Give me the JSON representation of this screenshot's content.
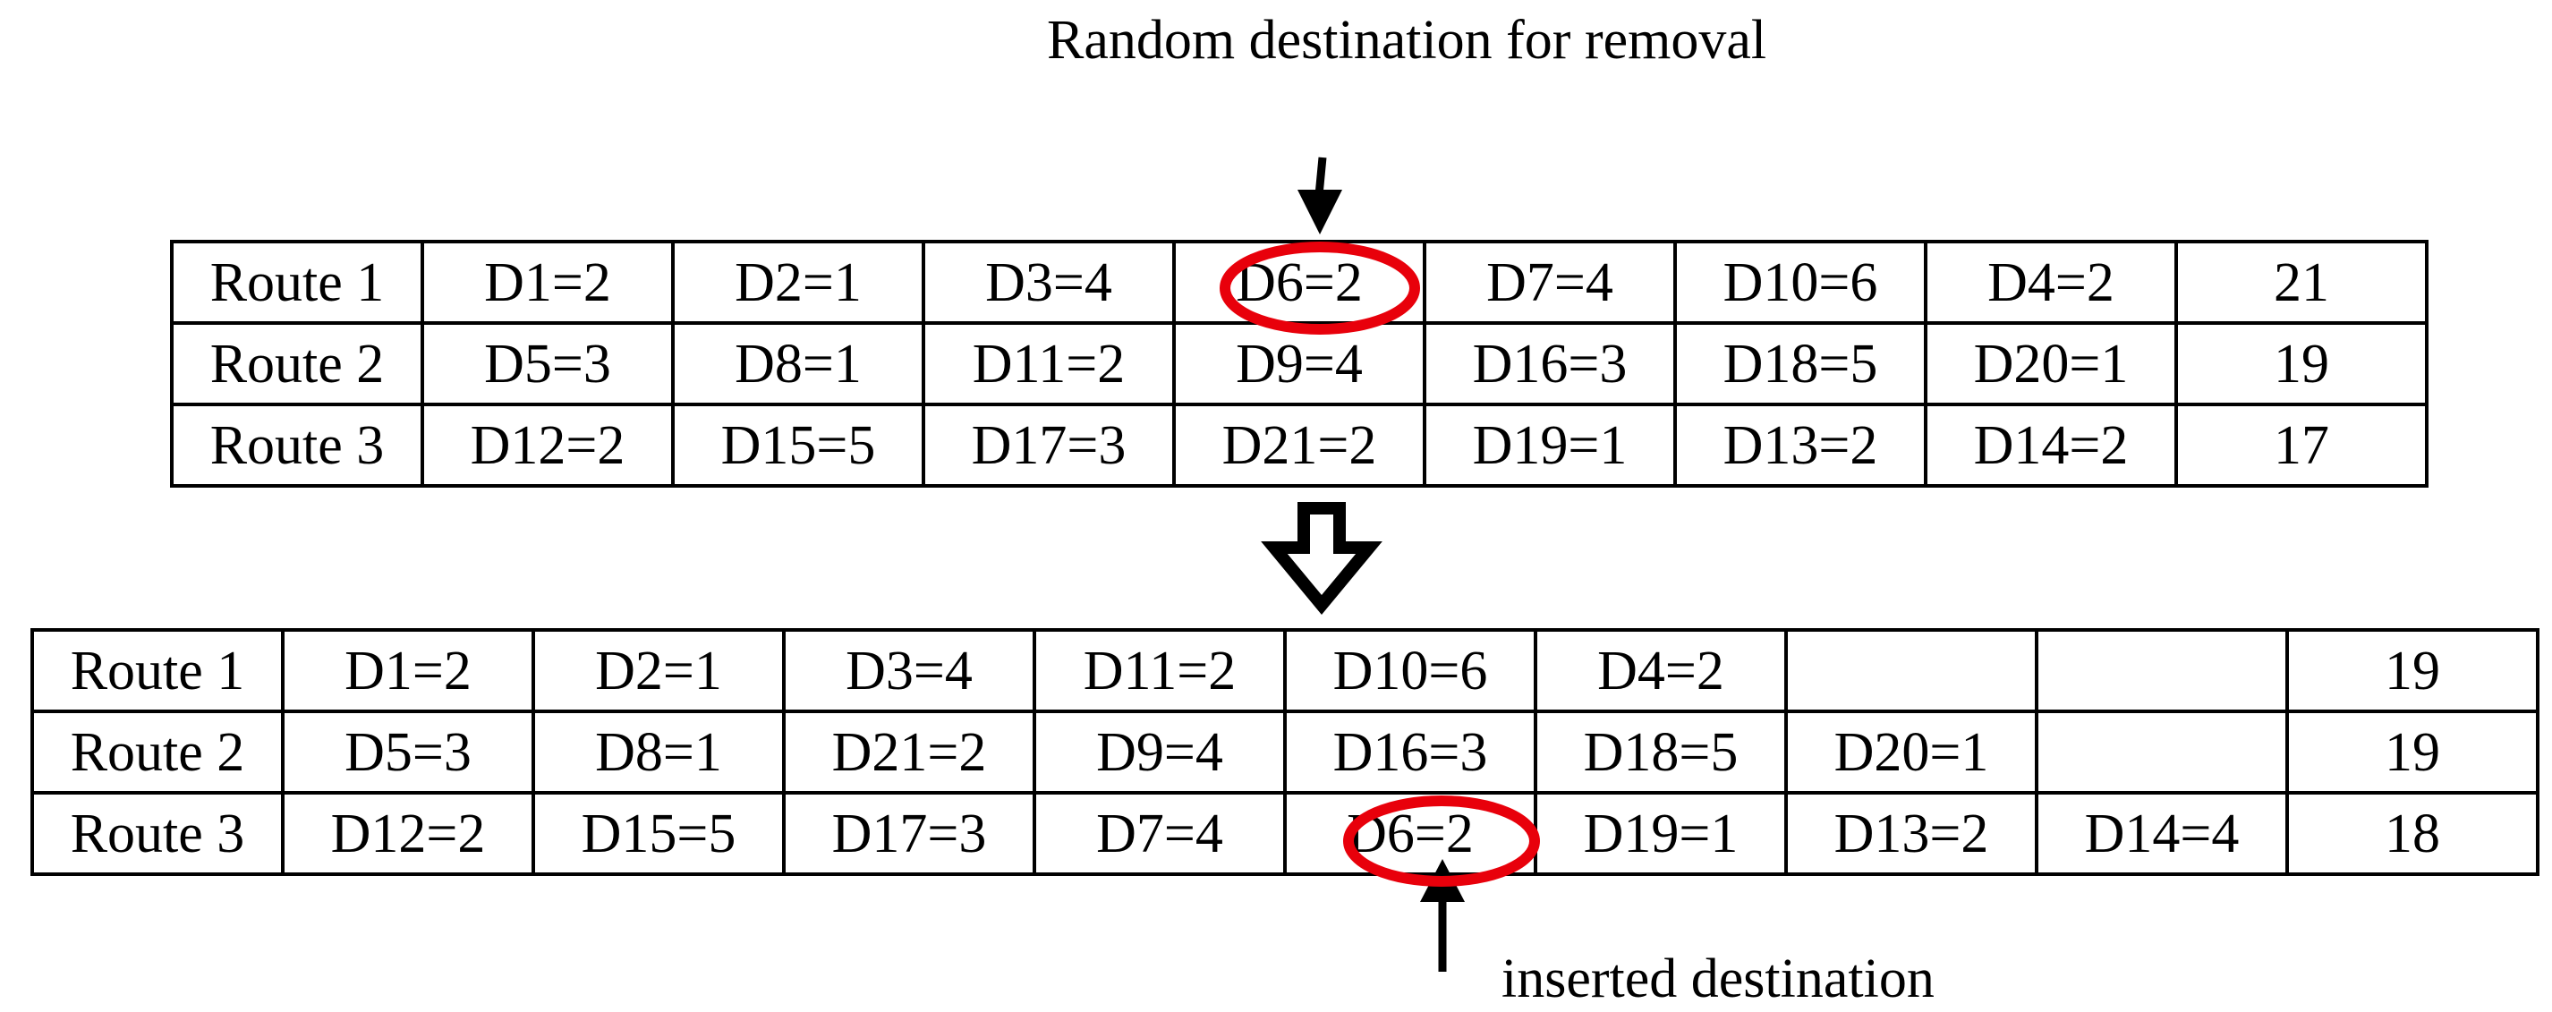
{
  "captions": {
    "removal": "Random destination for removal",
    "insertion": "inserted destination"
  },
  "before_table": {
    "rows": [
      {
        "route": "Route 1",
        "cells": [
          "D1=2",
          "D2=1",
          "D3=4",
          "D6=2",
          "D7=4",
          "D10=6",
          "D4=2"
        ],
        "total": "21"
      },
      {
        "route": "Route 2",
        "cells": [
          "D5=3",
          "D8=1",
          "D11=2",
          "D9=4",
          "D16=3",
          "D18=5",
          "D20=1"
        ],
        "total": "19"
      },
      {
        "route": "Route 3",
        "cells": [
          "D12=2",
          "D15=5",
          "D17=3",
          "D21=2",
          "D19=1",
          "D13=2",
          "D14=2"
        ],
        "total": "17"
      }
    ]
  },
  "after_table": {
    "rows": [
      {
        "route": "Route 1",
        "cells": [
          "D1=2",
          "D2=1",
          "D3=4",
          "D11=2",
          "D10=6",
          "D4=2",
          "",
          ""
        ],
        "total": "19"
      },
      {
        "route": "Route 2",
        "cells": [
          "D5=3",
          "D8=1",
          "D21=2",
          "D9=4",
          "D16=3",
          "D18=5",
          "D20=1",
          ""
        ],
        "total": "19"
      },
      {
        "route": "Route 3",
        "cells": [
          "D12=2",
          "D15=5",
          "D17=3",
          "D7=4",
          "D6=2",
          "D19=1",
          "D13=2",
          "D14=4"
        ],
        "total": "18"
      }
    ]
  },
  "highlight": {
    "color": "#e8000b",
    "removed_cell": "D6=2",
    "inserted_cell": "D6=2"
  }
}
